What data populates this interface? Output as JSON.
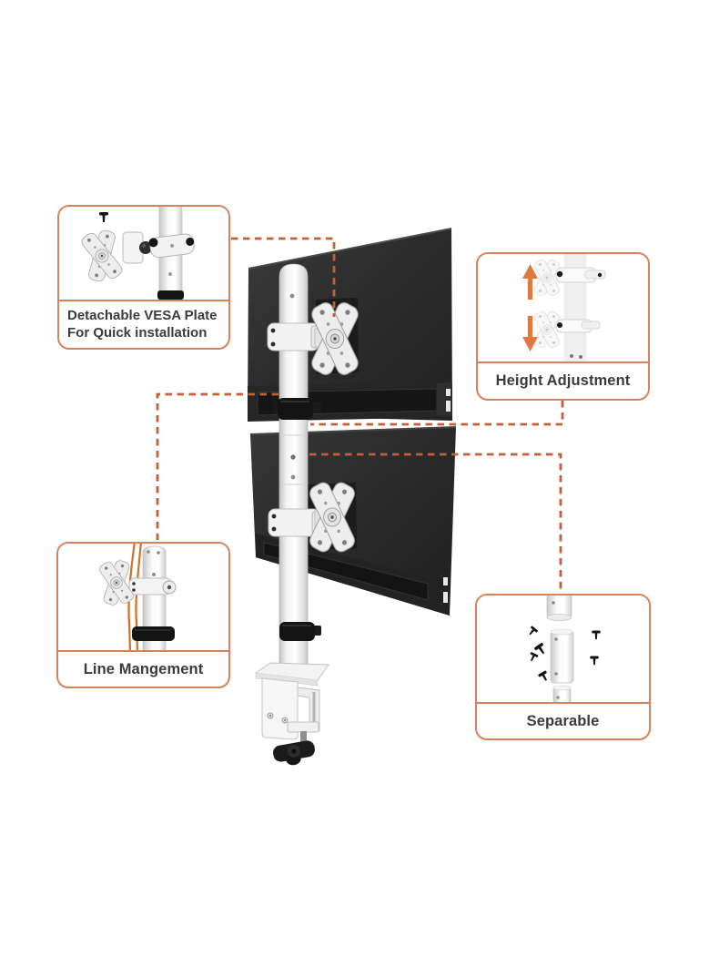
{
  "colors": {
    "callout_border": "#D8815B",
    "connector_dash": "#C0603C",
    "arrow_orange": "#E0793F",
    "cable_orange": "#D2752F",
    "label_text": "#3B3B3B",
    "monitor_dark": "#2B2B2B",
    "pole_white": "#F5F5F5"
  },
  "callouts": {
    "detachable_vesa": {
      "line1": "Detachable VESA Plate",
      "line2": "For Quick installation"
    },
    "height_adjustment": {
      "label": "Height Adjustment"
    },
    "line_management": {
      "label": "Line Mangement"
    },
    "separable": {
      "label": "Separable"
    }
  }
}
